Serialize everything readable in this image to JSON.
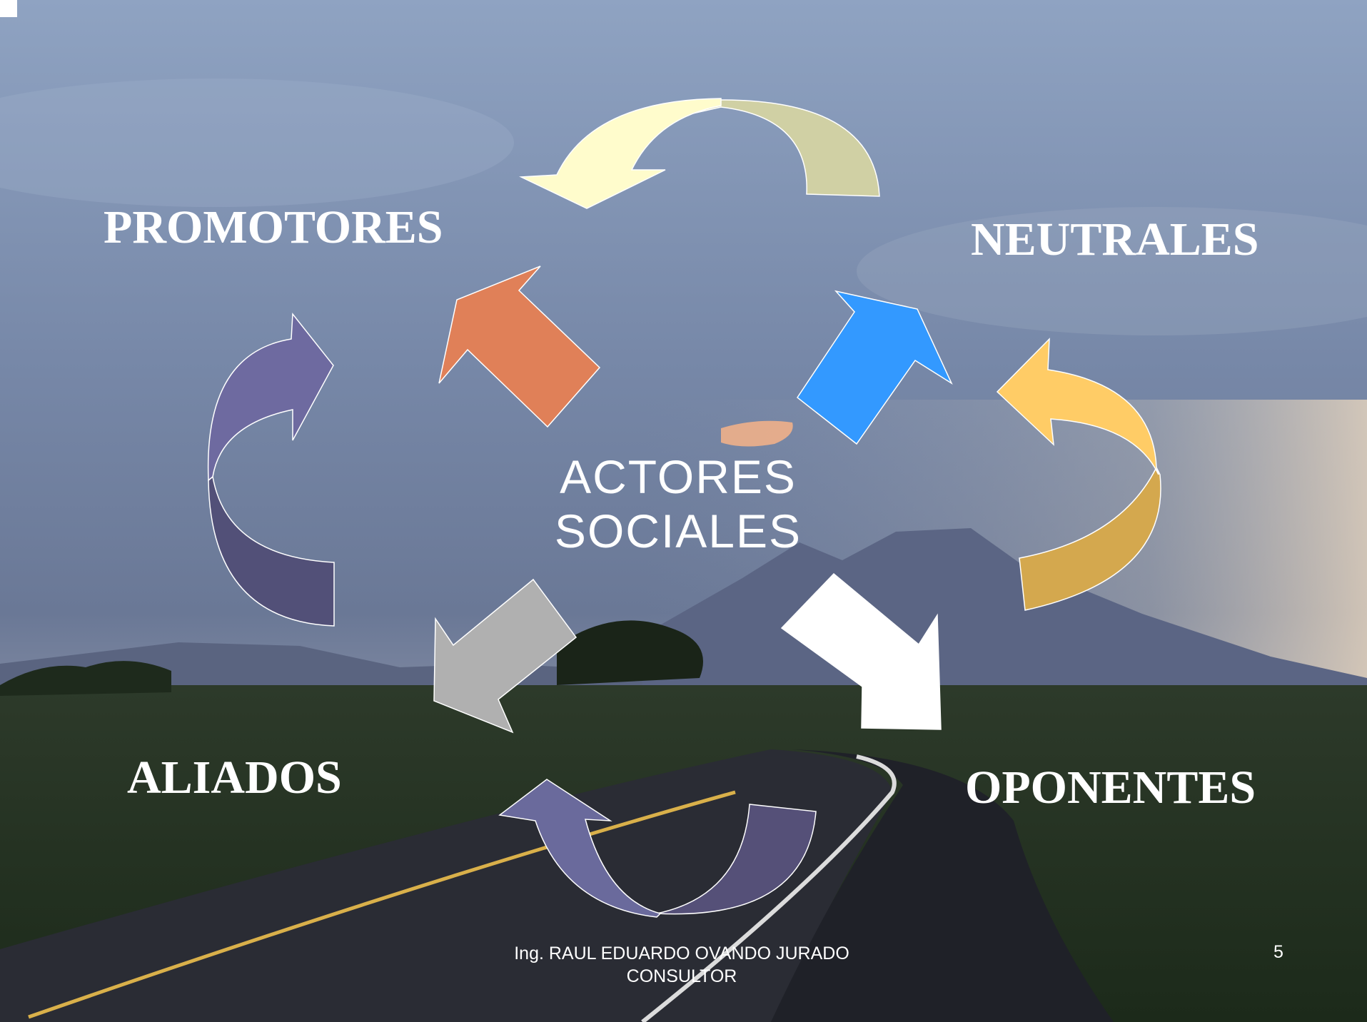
{
  "labels": {
    "promotores": "PROMOTORES",
    "neutrales": "NEUTRALES",
    "aliados": "ALIADOS",
    "oponentes": "OPONENTES"
  },
  "center": {
    "line1": "ACTORES",
    "line2": "SOCIALES"
  },
  "footer": {
    "line1": "Ing. RAUL EDUARDO OVANDO JURADO",
    "line2": "CONSULTOR",
    "page_number": "5"
  },
  "colors": {
    "arrow_promotores": "#e08058",
    "arrow_neutrales": "#3399ff",
    "arrow_oponentes": "#ffffff",
    "arrow_aliados": "#b0b0b0",
    "curve_top_light": "#fffccc",
    "curve_top_dark": "#d0d0a4",
    "curve_right_light": "#ffcc66",
    "curve_right_dark": "#d4a84e",
    "curve_bottom_light": "#6a6a9c",
    "curve_bottom_dark": "#555078",
    "curve_left_light": "#6e6aa0",
    "curve_left_dark": "#525078"
  }
}
